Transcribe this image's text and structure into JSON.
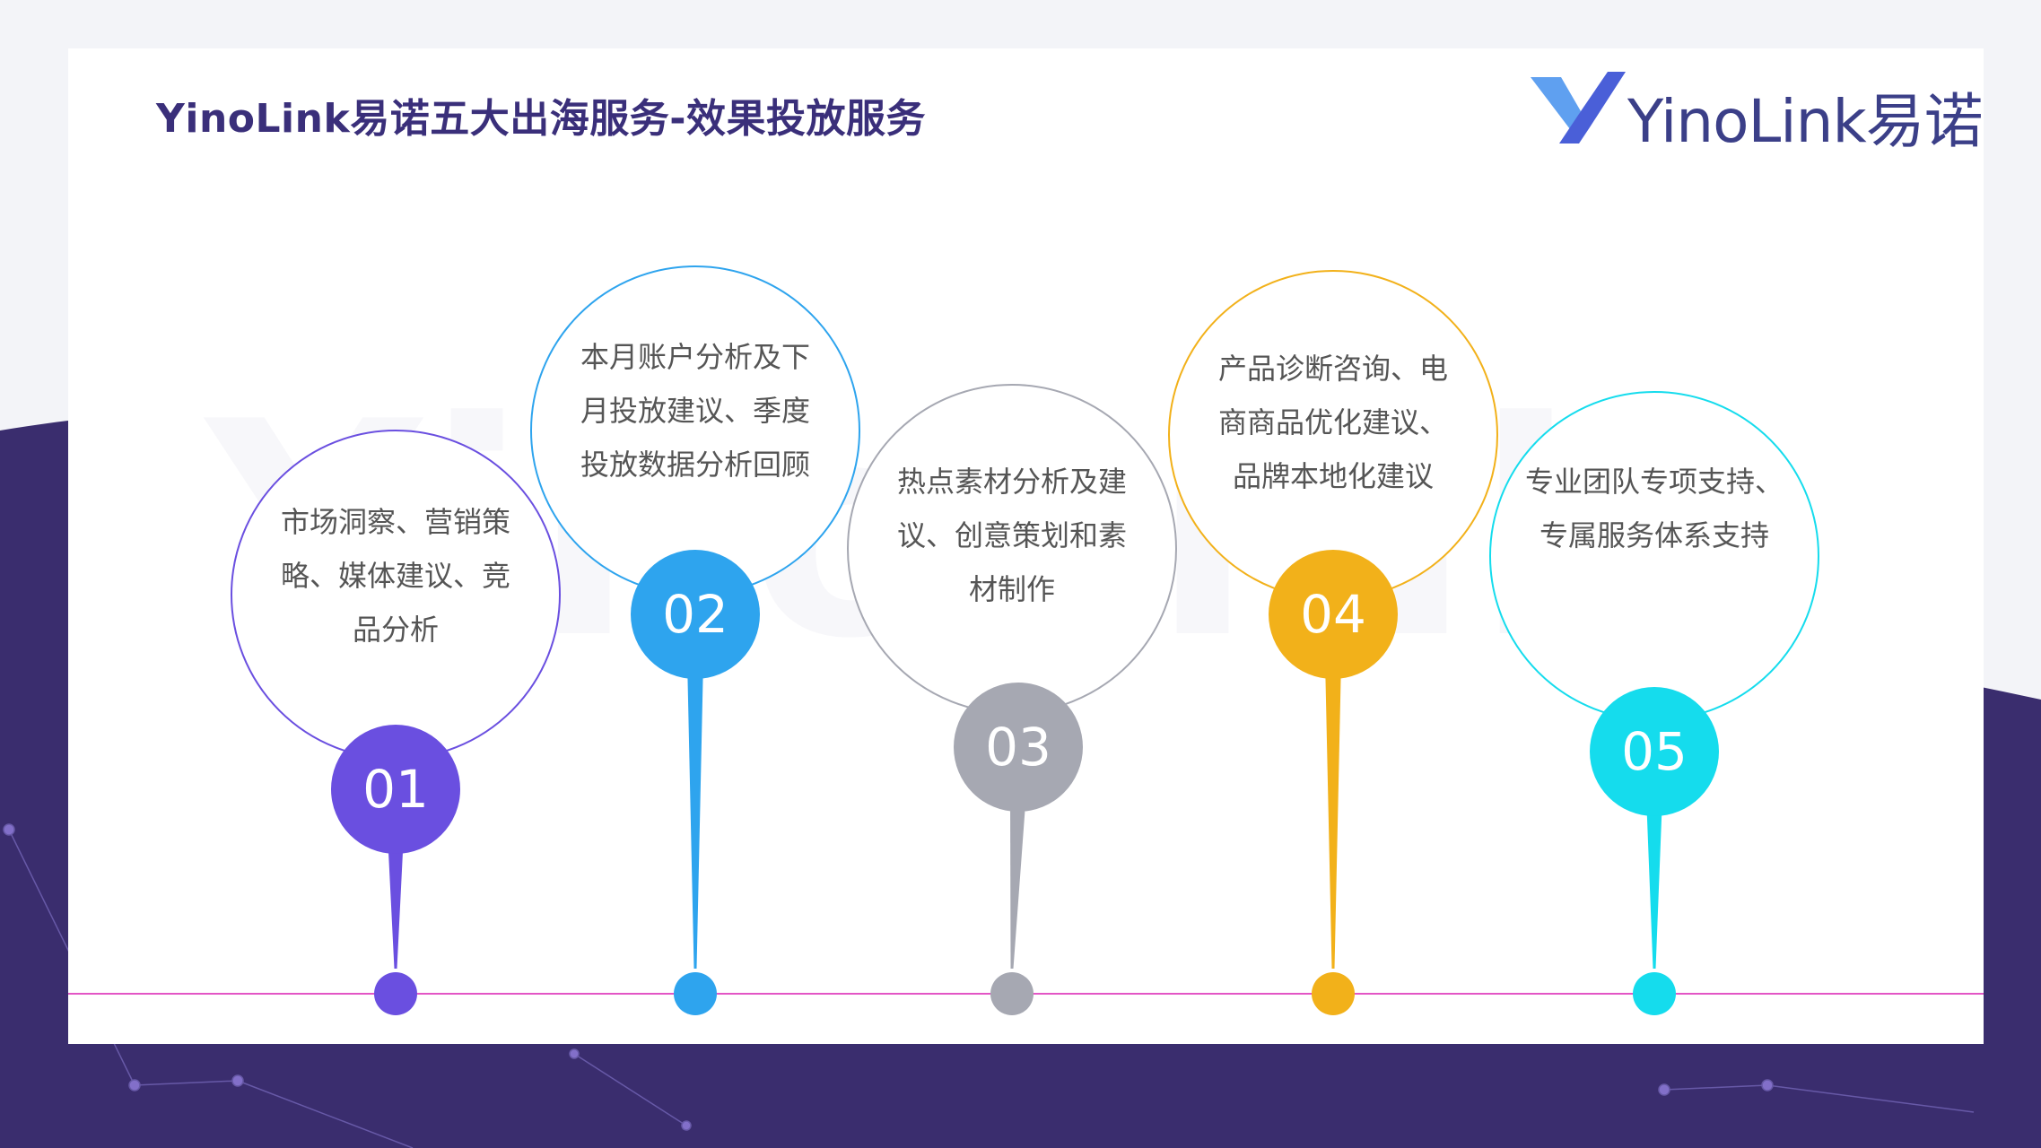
{
  "title": "YinoLink易诺五大出海服务-效果投放服务",
  "logo": {
    "text": "YinoLink易诺",
    "accent": "#4a5fd8",
    "text_color": "#3b3f88"
  },
  "watermark": "YinoLink",
  "colors": {
    "background_dark": "#3a2d6e",
    "timeline": "#e356c6"
  },
  "steps": [
    {
      "number": "01",
      "text_lines": [
        "市场洞察、营销策",
        "略、媒体建议、竞",
        "品分析"
      ],
      "color": "#6a4fe0"
    },
    {
      "number": "02",
      "text_lines": [
        "本月账户分析及下",
        "月投放建议、季度",
        "投放数据分析回顾"
      ],
      "color": "#2ea4ee"
    },
    {
      "number": "03",
      "text_lines": [
        "热点素材分析及建",
        "议、创意策划和素",
        "材制作"
      ],
      "color": "#a6a8b2"
    },
    {
      "number": "04",
      "text_lines": [
        "产品诊断咨询、电",
        "商商品优化建议、",
        "品牌本地化建议"
      ],
      "color": "#f2b11a"
    },
    {
      "number": "05",
      "text_lines": [
        "专业团队专项支持、",
        "专属服务体系支持"
      ],
      "color": "#15dced"
    }
  ]
}
